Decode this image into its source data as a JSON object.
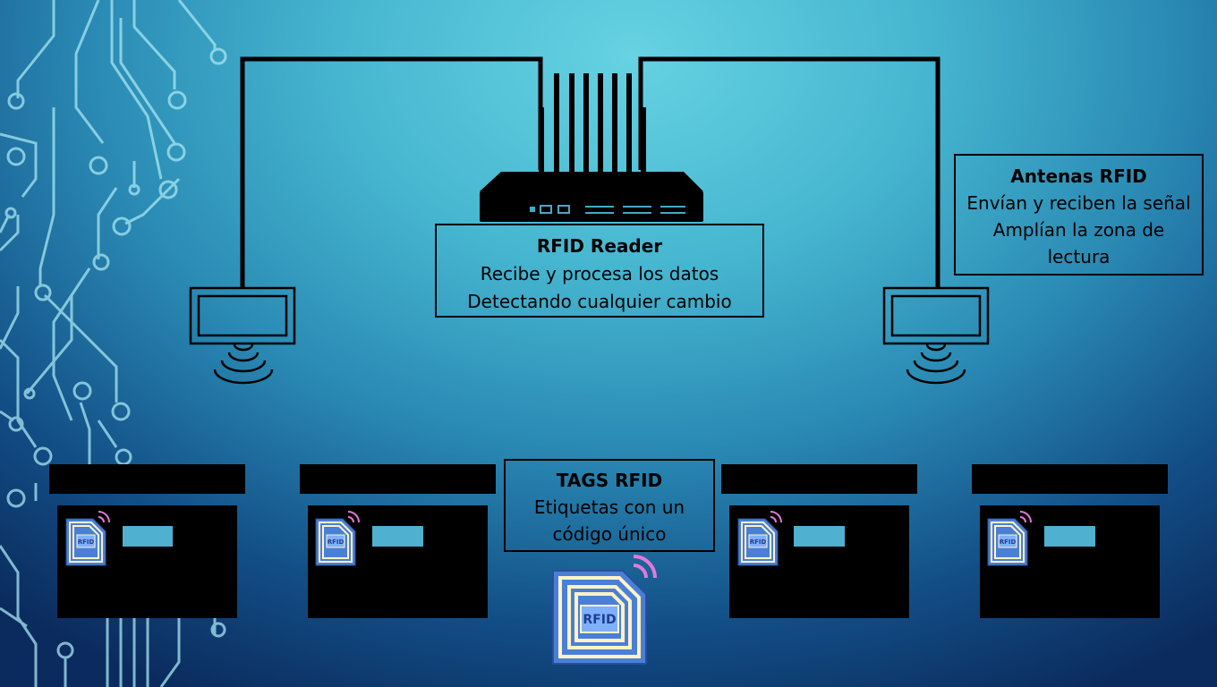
{
  "reader": {
    "title": "RFID Reader",
    "lines": [
      "Recibe y procesa los datos",
      "Detectando cualquier cambio"
    ]
  },
  "antennas": {
    "title": "Antenas RFID",
    "lines": [
      "Envían y reciben la señal",
      "Amplían la zona de",
      "lectura"
    ]
  },
  "tags": {
    "title": "TAGS RFID",
    "lines": [
      "Etiquetas con un",
      "código único"
    ]
  },
  "tag_icon_label": "RFID",
  "colors": {
    "background_top": "#66d2e2",
    "background_bottom": "#0b2b5e",
    "circuit": "#a8e6f2",
    "tag_body": "#4a7fd8",
    "tag_rings": "#fff3c4",
    "wifi_arcs": "#e07ad8"
  },
  "icons": [
    "router-icon",
    "antenna-icon",
    "rfid-tag-icon",
    "circuit-decoration"
  ]
}
